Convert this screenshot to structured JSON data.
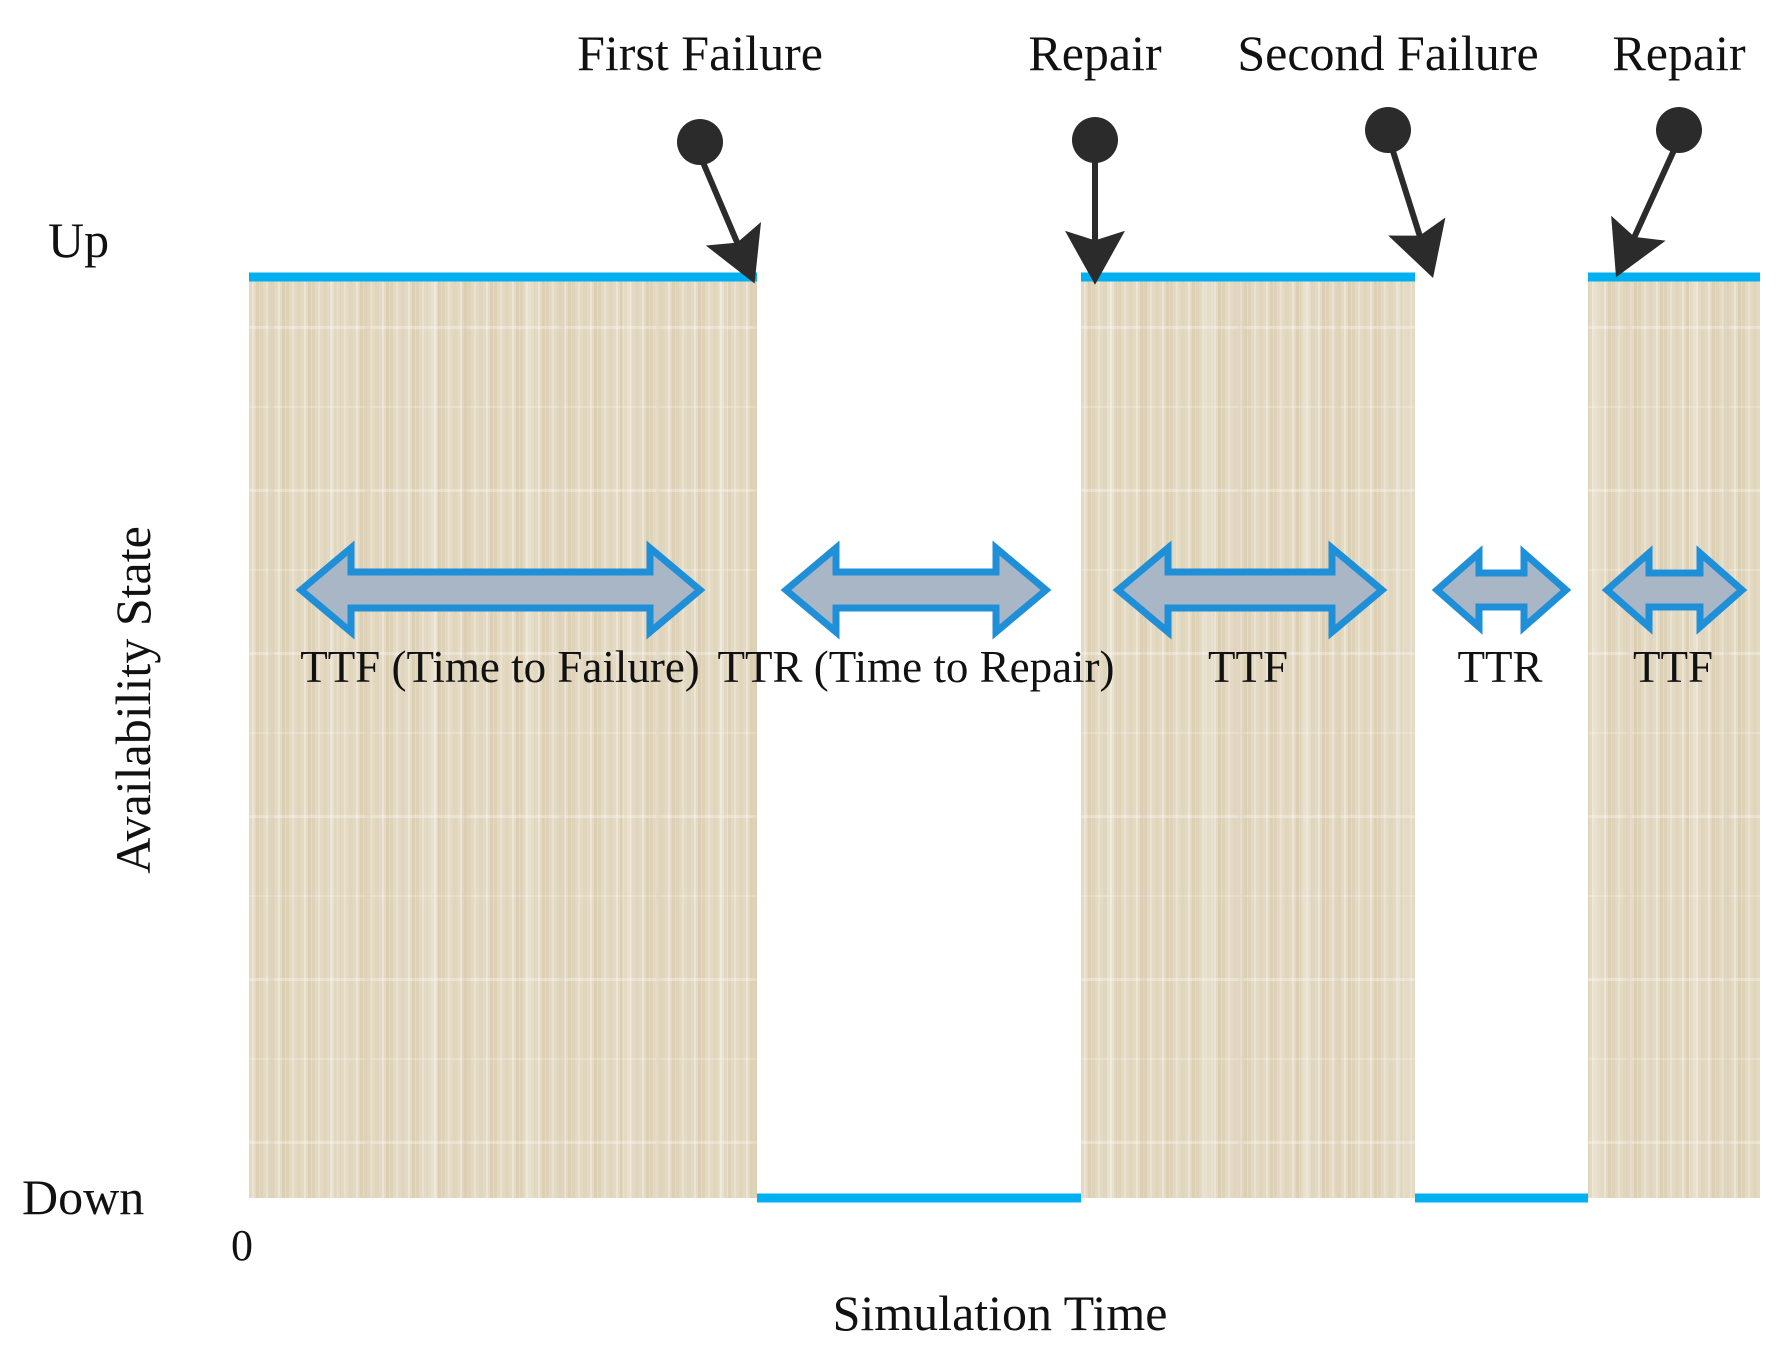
{
  "figure": {
    "kind": "availability-state-timeline",
    "background": "#ffffff"
  },
  "colors": {
    "state_line": "#00b0f0",
    "bar_fill": "#e2d8c2",
    "bar_fill_light": "#efe8d8",
    "arrow_outline": "#1f8fd8",
    "arrow_fill": "#a9b6c6",
    "callout": "#2b2b2b",
    "text": "#111111"
  },
  "axes": {
    "y_title": "Availability State",
    "x_title": "Simulation Time",
    "origin_label": "0",
    "y_ticks": [
      {
        "label": "Up",
        "value": "up"
      },
      {
        "label": "Down",
        "value": "down"
      }
    ]
  },
  "events": [
    {
      "id": "first-failure",
      "label": "First Failure"
    },
    {
      "id": "first-repair",
      "label": "Repair"
    },
    {
      "id": "second-failure",
      "label": "Second Failure"
    },
    {
      "id": "second-repair",
      "label": "Repair"
    }
  ],
  "segments": [
    {
      "id": "ttf-1",
      "label": "TTF (Time to Failure)",
      "state": "up"
    },
    {
      "id": "ttr-1",
      "label": "TTR (Time to Repair)",
      "state": "down"
    },
    {
      "id": "ttf-2",
      "label": "TTF",
      "state": "up"
    },
    {
      "id": "ttr-2",
      "label": "TTR",
      "state": "down"
    },
    {
      "id": "ttf-3",
      "label": "TTF",
      "state": "up"
    }
  ],
  "chart_data": {
    "type": "area",
    "title": "",
    "xlabel": "Simulation Time",
    "ylabel": "Availability State",
    "ylim": [
      "Down",
      "Up"
    ],
    "grid": false,
    "legend": "none",
    "categories": [
      "TTF (Time to Failure)",
      "TTR (Time to Repair)",
      "TTF",
      "TTR",
      "TTF"
    ],
    "series": [
      {
        "name": "Availability State",
        "values": [
          "Up",
          "Down",
          "Up",
          "Down",
          "Up"
        ]
      }
    ],
    "annotations": [
      {
        "text": "First Failure",
        "points_to": "end of first TTF"
      },
      {
        "text": "Repair",
        "points_to": "end of first TTR"
      },
      {
        "text": "Second Failure",
        "points_to": "end of second TTF"
      },
      {
        "text": "Repair",
        "points_to": "end of second TTR"
      }
    ]
  }
}
